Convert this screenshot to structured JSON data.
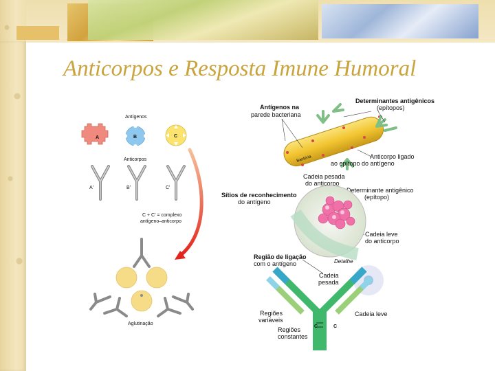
{
  "slide": {
    "title": "Anticorpos e Resposta Imune Humoral"
  },
  "left_figure": {
    "antigens_heading": "Antígenos",
    "antigen_a": "A",
    "antigen_b": "B",
    "antigen_c": "C",
    "antibodies_heading": "Anticorpos",
    "antibody_a": "A'",
    "antibody_b": "B'",
    "antibody_c": "C'",
    "complex_line1": "C + C' = complexo",
    "complex_line2": "antígeno–anticorpo",
    "agglutination": "Aglutinação",
    "colors": {
      "a": "#f08a7e",
      "b": "#8fc8ef",
      "c": "#fbe36e",
      "complex": "#f7dc87"
    }
  },
  "right_figure": {
    "antigens_bacterial_l1": "Antígenos na",
    "antigens_bacterial_l2": "parede bacteriana",
    "determinants_l1": "Determinantes antigênicos",
    "determinants_l2": "(epítopos)",
    "bacteria": "Bactéria",
    "bound_l1": "Anticorpo ligado",
    "bound_l2": "ao epítopo do antígeno",
    "heavy_chain_l1": "Cadeia pesada",
    "heavy_chain_l2": "do anticorpo",
    "recognition_l1": "Sítios de reconhecimento",
    "recognition_l2": "do antígeno",
    "determinant_l1": "Determinante antigênico",
    "determinant_l2": "(epítopo)",
    "light_chain_l1": "Cadeia leve",
    "light_chain_l2": "do anticorpo",
    "binding_l1": "Região de ligação",
    "binding_l2": "com o antígeno",
    "detail": "Detalhe",
    "heavy_l1": "Cadeia",
    "heavy_l2": "pesada",
    "variable_l1": "Regiões",
    "variable_l2": "variáveis",
    "light": "Cadeia leve",
    "constant_l1": "Regiões",
    "constant_l2": "constantes",
    "c_left": "C",
    "c_right": "C",
    "colors": {
      "bacteria": "#f2c531",
      "antibody": "#9ccf7a",
      "heavy": "#3fb86b",
      "variable": "#37a7c9",
      "epitope": "#f070a8"
    }
  }
}
